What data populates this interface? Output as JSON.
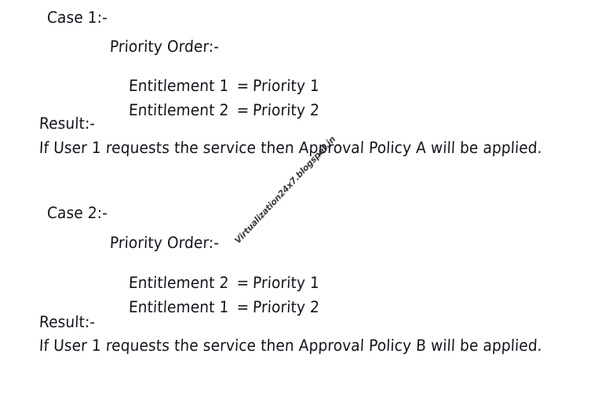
{
  "page": {
    "background_color": "#ffffff",
    "text_color": "#14141e"
  },
  "watermark": {
    "text": "Virtualization24x7.blogspot.in",
    "color": "#2a2a35"
  },
  "cases": [
    {
      "title": "Case 1:-",
      "priority_order_label": "Priority Order:-",
      "mappings": [
        {
          "entitlement": "Entitlement 1",
          "equals": "=",
          "priority": "Priority 1"
        },
        {
          "entitlement": "Entitlement 2",
          "equals": "=",
          "priority": "Priority 2"
        }
      ],
      "result_label": "Result:-",
      "result_text": "If User 1 requests the service then Approval Policy A will be applied."
    },
    {
      "title": "Case 2:-",
      "priority_order_label": "Priority Order:-",
      "mappings": [
        {
          "entitlement": "Entitlement 2",
          "equals": "=",
          "priority": "Priority 1"
        },
        {
          "entitlement": "Entitlement 1",
          "equals": "=",
          "priority": "Priority 2"
        }
      ],
      "result_label": "Result:-",
      "result_text": "If User 1 requests the service then Approval Policy B will be applied."
    }
  ]
}
